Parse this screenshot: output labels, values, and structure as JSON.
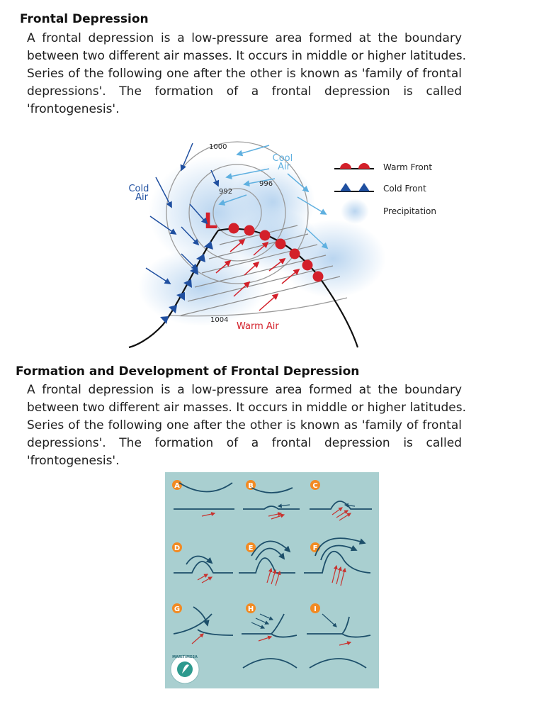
{
  "section1": {
    "title": "Frontal Depression",
    "lines": [
      "A frontal depression is a low-pressure area formed at the boundary",
      "between two different air masses. It occurs in middle or higher latitudes.",
      "Series of the following one after the other is known as 'family of frontal",
      "depressions'. The formation of a frontal depression is called",
      "'frontogenesis'."
    ]
  },
  "figure1": {
    "isobars": [
      "1000",
      "996",
      "992",
      "1004"
    ],
    "low_symbol": "L",
    "cold_air": [
      "Cold",
      "Air"
    ],
    "cool_air": [
      "Cool",
      "Air"
    ],
    "warm_air": "Warm Air",
    "legend": {
      "warm_front": "Warm Front",
      "cold_front": "Cold Front",
      "precipitation": "Precipitation"
    },
    "colors": {
      "warm": "#d3202a",
      "cold": "#1f4fa0",
      "cool_arrow": "#5fb0e0",
      "precip": "#b9d6f0"
    }
  },
  "section2": {
    "title": "Formation and Development of Frontal Depression",
    "lines": [
      "A frontal depression is a low-pressure area formed at the boundary",
      "between two different air masses. It occurs in middle or higher latitudes.",
      "Series of the following one after the other is known as 'family of frontal",
      "depressions'. The formation of a frontal depression is called",
      "'frontogenesis'."
    ]
  },
  "figure2": {
    "panel_labels": [
      "A",
      "B",
      "C",
      "D",
      "E",
      "F",
      "G",
      "H",
      "I"
    ],
    "background": "#a9cfd0",
    "badge_color": "#f28a22",
    "logo_text": "MARITIMESA"
  }
}
